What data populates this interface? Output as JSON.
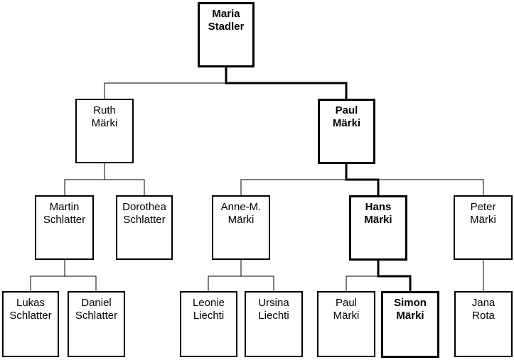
{
  "tree": {
    "people": {
      "maria": {
        "line1": "Maria",
        "line2": "Stadler",
        "highlight": true
      },
      "ruth": {
        "line1": "Ruth",
        "line2": "Märki",
        "highlight": false
      },
      "paul": {
        "line1": "Paul",
        "line2": "Märki",
        "highlight": true
      },
      "martin": {
        "line1": "Martin",
        "line2": "Schlatter",
        "highlight": false
      },
      "dorothea": {
        "line1": "Dorothea",
        "line2": "Schlatter",
        "highlight": false
      },
      "annem": {
        "line1": "Anne-M.",
        "line2": "Märki",
        "highlight": false
      },
      "hans": {
        "line1": "Hans",
        "line2": "Märki",
        "highlight": true
      },
      "peter": {
        "line1": "Peter",
        "line2": "Märki",
        "highlight": false
      },
      "lukas": {
        "line1": "Lukas",
        "line2": "Schlatter",
        "highlight": false
      },
      "daniel": {
        "line1": "Daniel",
        "line2": "Schlatter",
        "highlight": false
      },
      "leonie": {
        "line1": "Leonie",
        "line2": "Liechti",
        "highlight": false
      },
      "ursina": {
        "line1": "Ursina",
        "line2": "Liechti",
        "highlight": false
      },
      "paul2": {
        "line1": "Paul",
        "line2": "Märki",
        "highlight": false
      },
      "simon": {
        "line1": "Simon",
        "line2": "Märki",
        "highlight": true
      },
      "jana": {
        "line1": "Jana",
        "line2": "Rota",
        "highlight": false
      }
    },
    "line_color": "#000000",
    "box_border_color": "#000000",
    "background": "#ffffff"
  }
}
